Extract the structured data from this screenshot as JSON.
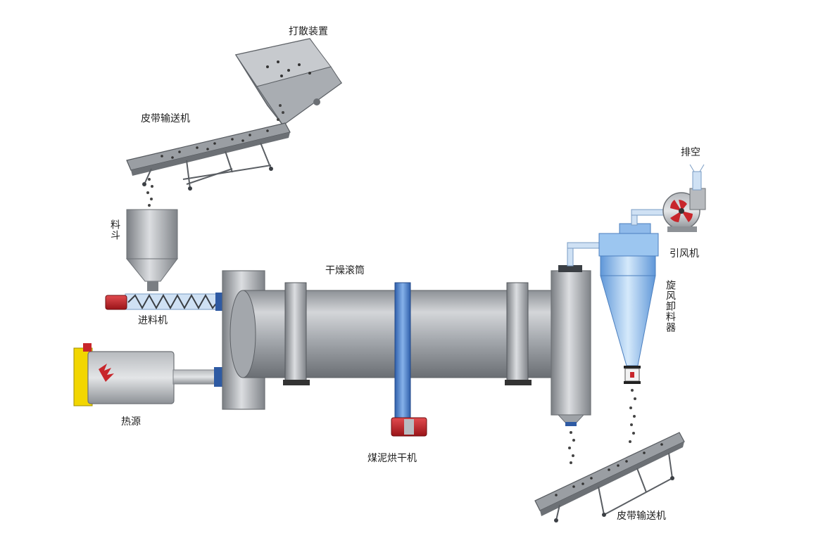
{
  "labels": {
    "scatter_device": "打散装置",
    "belt_conveyor_top": "皮带输送机",
    "hopper": "料斗",
    "screw_feeder": "进料机",
    "heat_source": "热源",
    "drum": "干燥滚筒",
    "machine_name": "煤泥烘干机",
    "exhaust": "排空",
    "induced_fan": "引风机",
    "cyclone": "旋风卸料器",
    "belt_conveyor_bottom": "皮带输送机"
  },
  "colors": {
    "steel_dark": "#6f7378",
    "steel_mid": "#9ea2a7",
    "steel_light": "#d8dadd",
    "blue_accent": "#3b6fbf",
    "blue_light": "#a9cdf2",
    "red_accent": "#c8262b",
    "yellow_accent": "#f2d600"
  }
}
